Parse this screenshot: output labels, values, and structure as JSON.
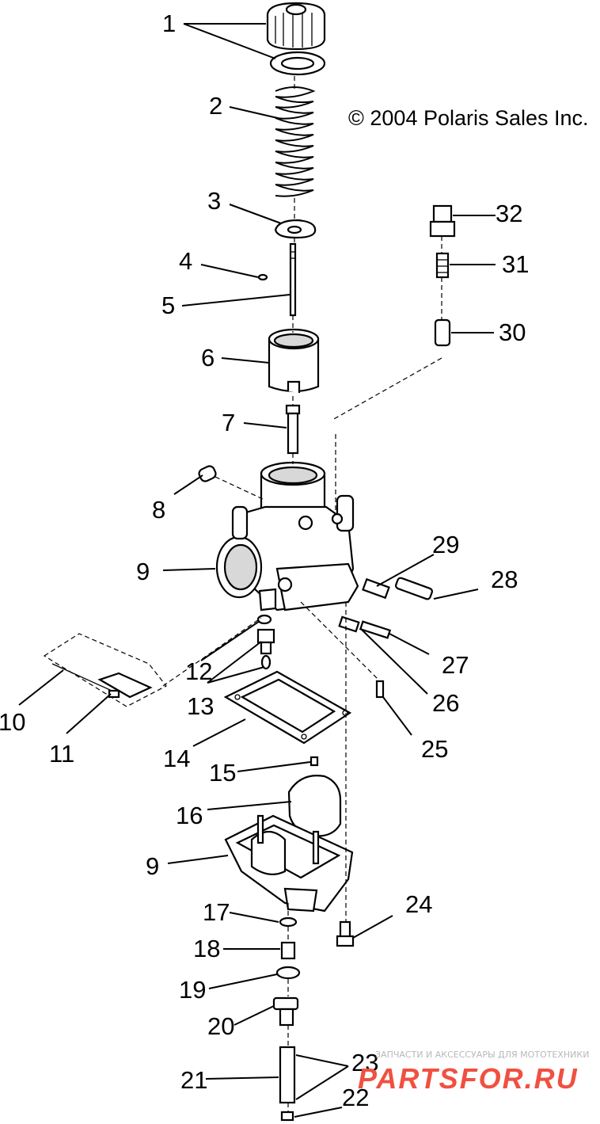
{
  "copyright": "© 2004 Polaris Sales Inc.",
  "watermark": {
    "tagline": "ЗАПЧАСТИ И АКСЕССУАРЫ ДЛЯ МОТОТЕХНИКИ",
    "brand": "PARTSFOR.RU"
  },
  "callouts": {
    "c1": "1",
    "c2": "2",
    "c3": "3",
    "c4": "4",
    "c5": "5",
    "c6": "6",
    "c7": "7",
    "c8": "8",
    "c9a": "9",
    "c9b": "9",
    "c10": "10",
    "c11": "11",
    "c12": "12",
    "c13": "13",
    "c14": "14",
    "c15": "15",
    "c16": "16",
    "c17": "17",
    "c18": "18",
    "c19": "19",
    "c20": "20",
    "c21": "21",
    "c22": "22",
    "c23": "23",
    "c24": "24",
    "c25": "25",
    "c26": "26",
    "c27": "27",
    "c28": "28",
    "c29": "29",
    "c30": "30",
    "c31": "31",
    "c32": "32"
  }
}
